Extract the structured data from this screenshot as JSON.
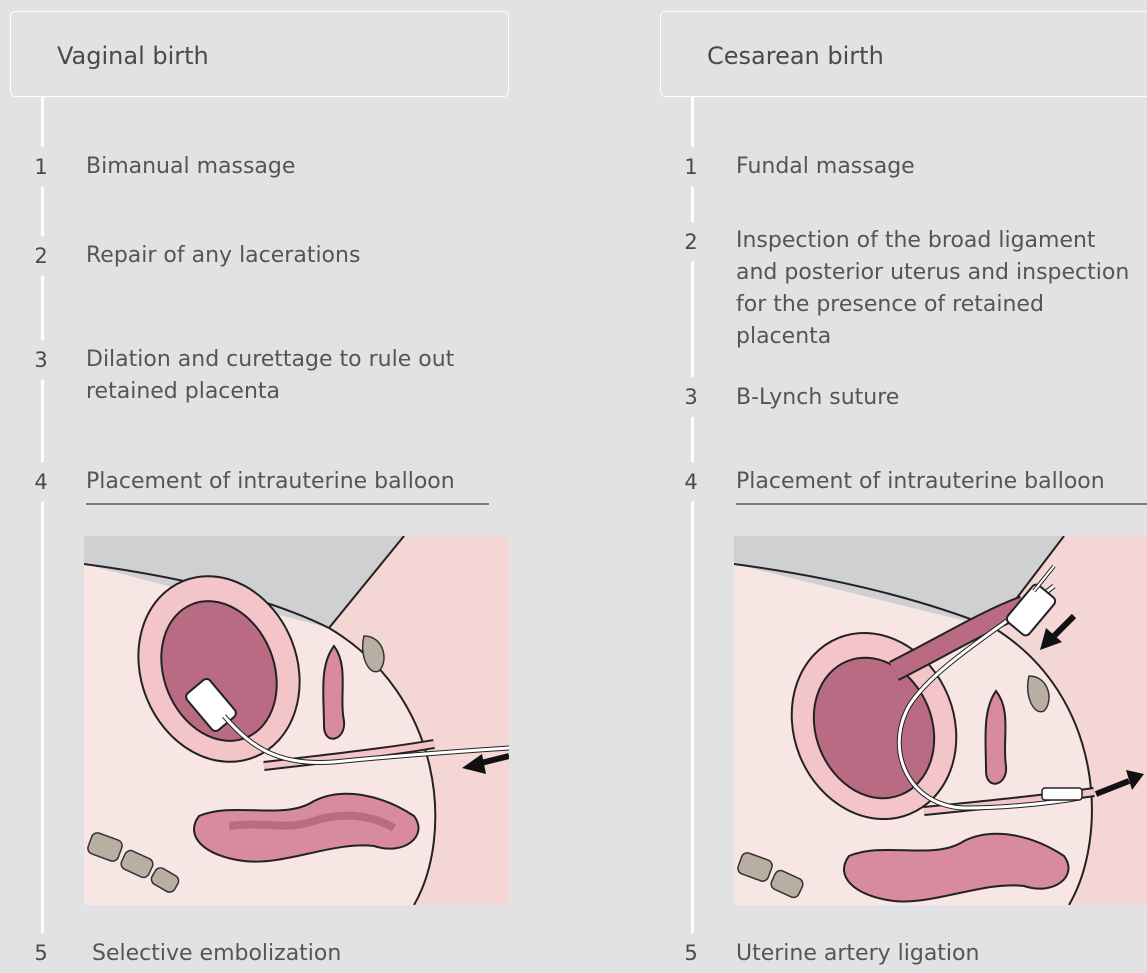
{
  "vaginal": {
    "title": "Vaginal birth",
    "steps": [
      {
        "num": "1",
        "text": "Bimanual massage"
      },
      {
        "num": "2",
        "text": "Repair of any lacerations"
      },
      {
        "num": "3",
        "text": "Dilation and curettage to rule out retained placenta"
      },
      {
        "num": "4",
        "text": "Placement of intrauterine balloon"
      },
      {
        "num": "5",
        "text": "Selective embolization"
      }
    ]
  },
  "cesarean": {
    "title": "Cesarean birth",
    "steps": [
      {
        "num": "1",
        "text": "Fundal massage"
      },
      {
        "num": "2",
        "text": "Inspection of the broad ligament and posterior uterus and inspection for the presence of retained placenta"
      },
      {
        "num": "3",
        "text": "B-Lynch suture"
      },
      {
        "num": "4",
        "text": "Placement of intrauterine balloon"
      },
      {
        "num": "5",
        "text": "Uterine artery ligation"
      }
    ]
  }
}
